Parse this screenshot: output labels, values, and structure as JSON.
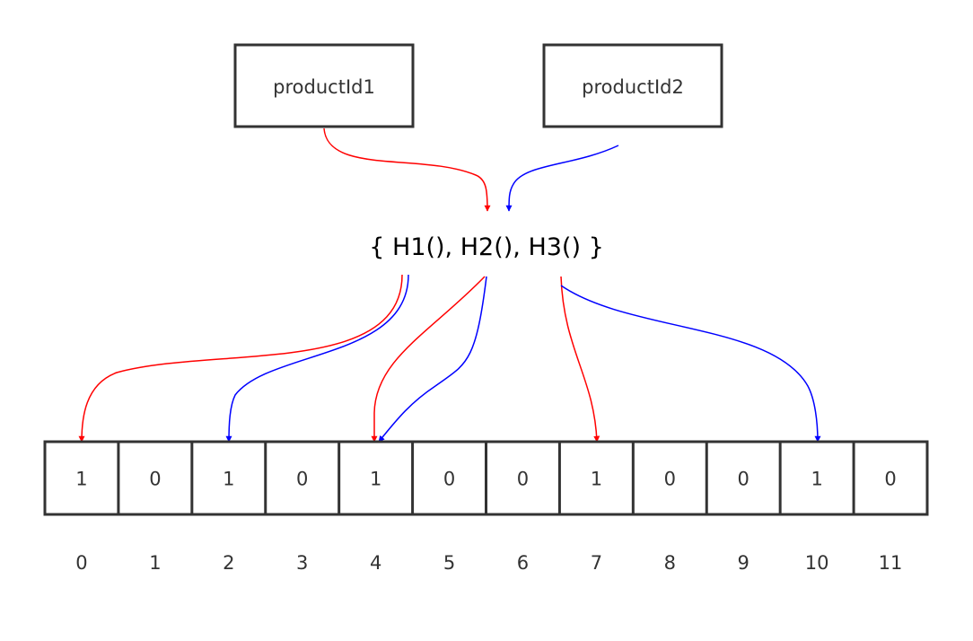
{
  "inputs": [
    {
      "label": "productId1",
      "color": "#ff0000"
    },
    {
      "label": "productId2",
      "color": "#0000ff"
    }
  ],
  "hash_functions": "{ H1(),  H2(),  H3() }",
  "bit_array": {
    "values": [
      "1",
      "0",
      "1",
      "0",
      "1",
      "0",
      "0",
      "1",
      "0",
      "0",
      "1",
      "0"
    ],
    "indices": [
      "0",
      "1",
      "2",
      "3",
      "4",
      "5",
      "6",
      "7",
      "8",
      "9",
      "10",
      "11"
    ]
  },
  "colors": {
    "box_border": "#333333",
    "text": "#333333",
    "red_arrow": "#ff0000",
    "blue_arrow": "#0000ff"
  },
  "mappings": [
    {
      "input": "productId1",
      "hash": "H1()",
      "bit": 0,
      "color": "#ff0000"
    },
    {
      "input": "productId2",
      "hash": "H1()",
      "bit": 2,
      "color": "#0000ff"
    },
    {
      "input": "productId1",
      "hash": "H2()",
      "bit": 4,
      "color": "#ff0000"
    },
    {
      "input": "productId2",
      "hash": "H2()",
      "bit": 4,
      "color": "#0000ff"
    },
    {
      "input": "productId1",
      "hash": "H3()",
      "bit": 7,
      "color": "#ff0000"
    },
    {
      "input": "productId2",
      "hash": "H3()",
      "bit": 10,
      "color": "#0000ff"
    }
  ]
}
